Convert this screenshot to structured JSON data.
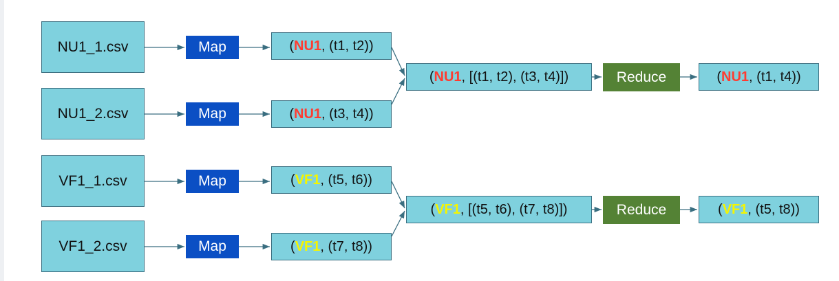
{
  "colors": {
    "box_fill": "#7fd1de",
    "map_fill": "#0b4fc4",
    "reduce_fill": "#548235",
    "key_nu1": "#ff3b30",
    "key_vf1": "#f5f500"
  },
  "files": [
    "NU1_1.csv",
    "NU1_2.csv",
    "VF1_1.csv",
    "VF1_2.csv"
  ],
  "map_label": "Map",
  "reduce_label": "Reduce",
  "map_outputs": [
    {
      "key": "NU1",
      "rest": ", (t1, t2))"
    },
    {
      "key": "NU1",
      "rest": ", (t3, t4))"
    },
    {
      "key": "VF1",
      "rest": ", (t5, t6))"
    },
    {
      "key": "VF1",
      "rest": ", (t7, t8))"
    }
  ],
  "grouped": [
    {
      "key": "NU1",
      "rest": ", [(t1, t2), (t3, t4)])"
    },
    {
      "key": "VF1",
      "rest": ", [(t5, t6), (t7, t8)])"
    }
  ],
  "results": [
    {
      "key": "NU1",
      "rest": ", (t1, t4))"
    },
    {
      "key": "VF1",
      "rest": ", (t5, t8))"
    }
  ],
  "open_paren": "("
}
